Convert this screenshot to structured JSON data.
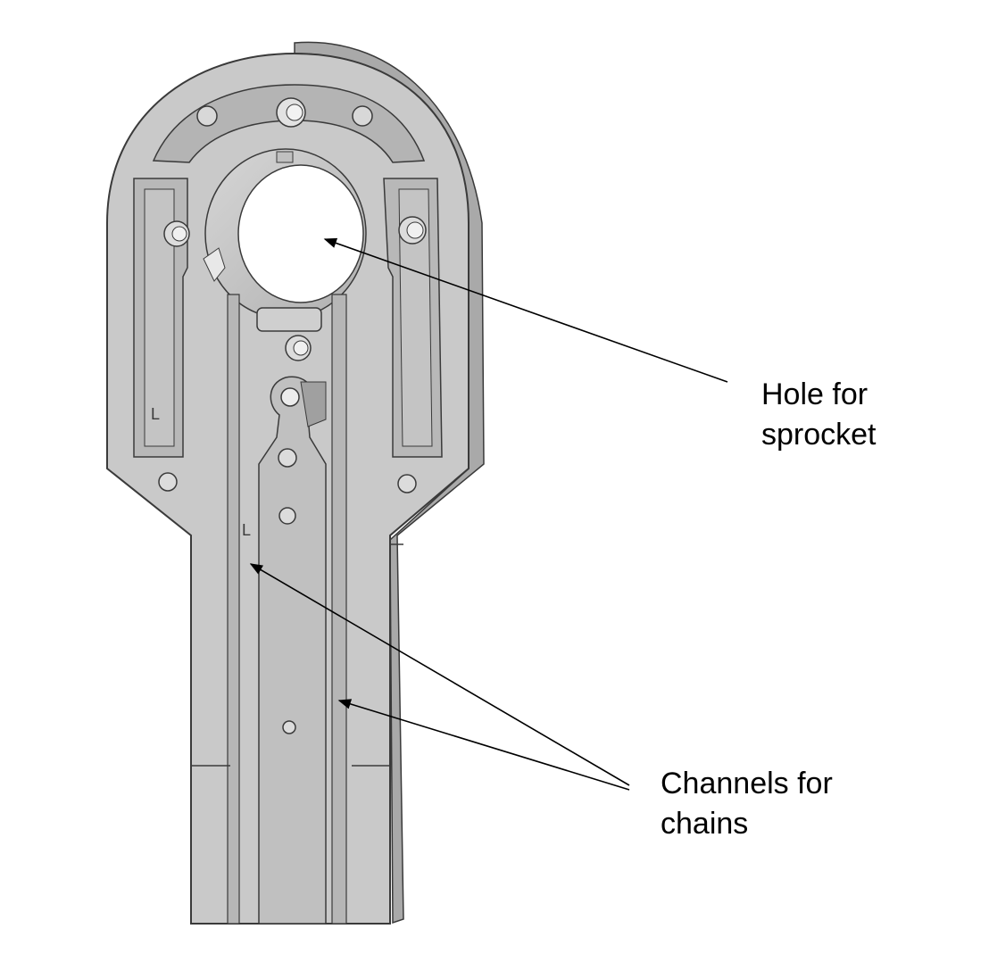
{
  "annotations": {
    "hole_for_sprocket": {
      "line1": "Hole for",
      "line2": "sprocket"
    },
    "channels_for_chains": {
      "line1": "Channels for",
      "line2": "chains"
    }
  },
  "part_markings": {
    "upper_left": "L",
    "mid_left": "L"
  },
  "colors": {
    "part_face": "#c8c8c8",
    "part_side": "#a8a8a8",
    "edge": "#3a3a3a",
    "hole": "#ffffff",
    "arrow": "#000000"
  }
}
